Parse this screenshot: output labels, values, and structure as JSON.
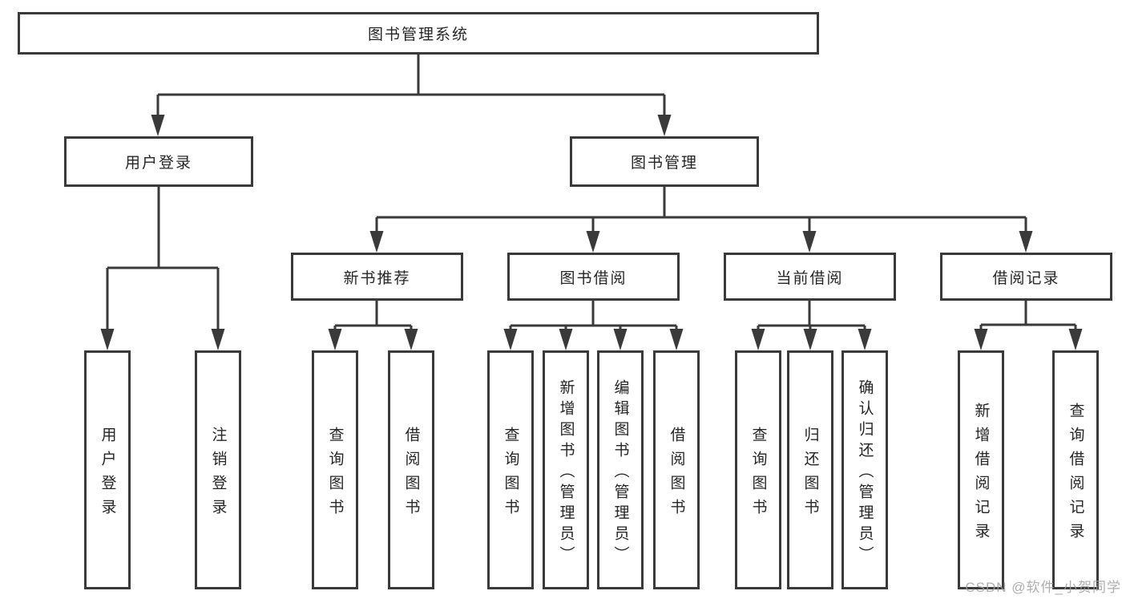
{
  "tree": {
    "root": {
      "label": "图书管理系统"
    },
    "branches": [
      {
        "label": "用户登录",
        "children": [
          "用户登录",
          "注销登录"
        ]
      },
      {
        "label": "图书管理",
        "sections": [
          {
            "label": "新书推荐",
            "children": [
              "查询图书",
              "借阅图书"
            ]
          },
          {
            "label": "图书借阅",
            "children": [
              "查询图书",
              "新增图书（管理员）",
              "编辑图书（管理员）",
              "借阅图书"
            ]
          },
          {
            "label": "当前借阅",
            "children": [
              "查询图书",
              "归还图书",
              "确认归还（管理员）"
            ]
          },
          {
            "label": "借阅记录",
            "children": [
              "新增借阅记录",
              "查询借阅记录"
            ]
          }
        ]
      }
    ]
  },
  "watermark": {
    "text": "CSDN @软件_小贺同学"
  },
  "colors": {
    "line": "#3a3a3a",
    "text": "#262626",
    "watermark": "#a0a0a0",
    "background": "#ffffff"
  }
}
